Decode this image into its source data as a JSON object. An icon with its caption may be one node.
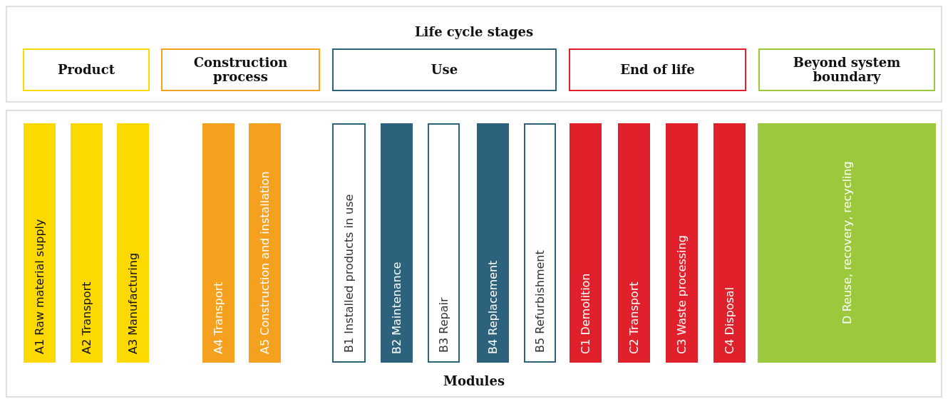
{
  "diagram": {
    "nodes": [
      {
        "text": [
          "Life cycle stages"
        ]
      },
      {
        "text": [
          "Product"
        ],
        "in": 0
      },
      {
        "text": [
          "Construction process"
        ],
        "in": 0
      },
      {
        "text": [
          "Use"
        ],
        "in": 0
      },
      {
        "text": [
          "End of life"
        ],
        "in": 0
      },
      {
        "text": [
          "Beyond system boundary"
        ],
        "in": 0
      },
      {
        "text": [
          "Modules"
        ]
      },
      {
        "text": [
          "A1 Raw material supply"
        ],
        "in": 6
      },
      {
        "text": [
          "A2 Transport"
        ],
        "in": 6
      },
      {
        "text": [
          "A3 Manufacturing"
        ],
        "in": 6
      },
      {
        "text": [
          "A4 Transport"
        ],
        "in": 6
      },
      {
        "text": [
          "A5 Construction and installation"
        ],
        "in": 6
      },
      {
        "text": [
          "B1 Installed products in use"
        ],
        "in": 6
      },
      {
        "text": [
          "B2 Maintenance"
        ],
        "in": 6
      },
      {
        "text": [
          "B3 Repair"
        ],
        "in": 6
      },
      {
        "text": [
          "B4 Replacement"
        ],
        "in": 6
      },
      {
        "text": [
          "B5 Refurbishment"
        ],
        "in": 6
      },
      {
        "text": [
          "C1 Demolition"
        ],
        "in": 6
      },
      {
        "text": [
          "C2 Transport"
        ],
        "in": 6
      },
      {
        "text": [
          "C3 Waste processing"
        ],
        "in": 6
      },
      {
        "text": [
          "C4 Disposal"
        ],
        "in": 6
      },
      {
        "text": [
          "D Reuse, recovery, recycling"
        ],
        "in": 6
      }
    ]
  }
}
